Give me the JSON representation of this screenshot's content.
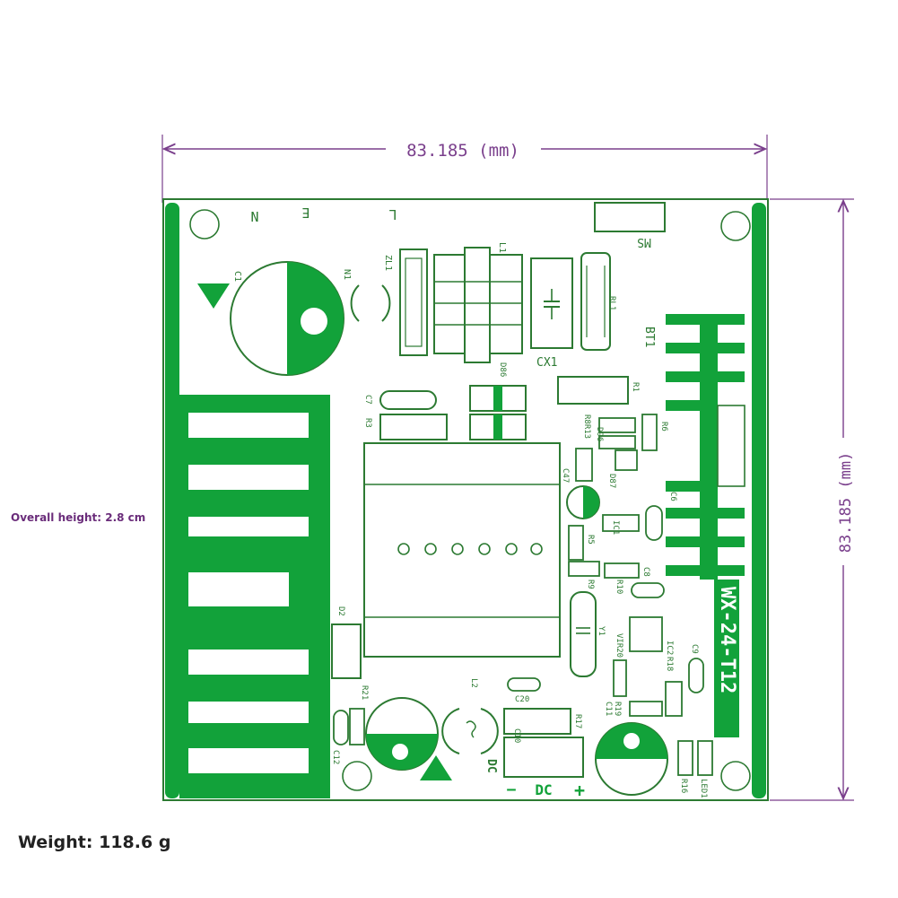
{
  "dimensions": {
    "top_label": "83.185 (mm)",
    "right_label": "83.185 (mm)"
  },
  "notes": {
    "overall_height": "Overall height: 2.8 cm",
    "weight": "Weight: 118.6 g"
  },
  "board": {
    "model": "WX-24-T12",
    "colors": {
      "copper": "#12a23a",
      "outline": "#2c7a32",
      "dimension": "#7a3f8c"
    },
    "mains_labels": {
      "neutral": "N",
      "earth": "E",
      "live": "L"
    },
    "dc_label": "DC",
    "dc_bottom": {
      "minus": "−",
      "label": "DC",
      "plus": "+"
    },
    "components": {
      "C1": "C1",
      "N1": "N1",
      "ZL1": "ZL1",
      "L1": "L1",
      "CX1": "CX1",
      "RL1": "RL1",
      "MS": "MS",
      "BT1": "BT1",
      "D86": "D86",
      "C7": "C7",
      "R3": "R3",
      "R1": "R1",
      "R8R13": "R8R13",
      "D96": "D96",
      "R6": "R6",
      "C47": "C47",
      "D87": "D87",
      "C6": "C6",
      "IC1": "IC1",
      "R5": "R5",
      "C8": "C8",
      "R10": "R10",
      "R9": "R9",
      "Y1": "Y1",
      "D2": "D2",
      "R21": "R21",
      "C12": "C12",
      "L2": "L2",
      "C20": "C20",
      "R17": "R17",
      "C10": "C10",
      "VIR20": "VIR20",
      "IC2": "IC2",
      "R18": "R18",
      "C9": "C9",
      "R19": "R19",
      "C11": "C11",
      "R16": "R16",
      "LED1": "LED1"
    }
  }
}
